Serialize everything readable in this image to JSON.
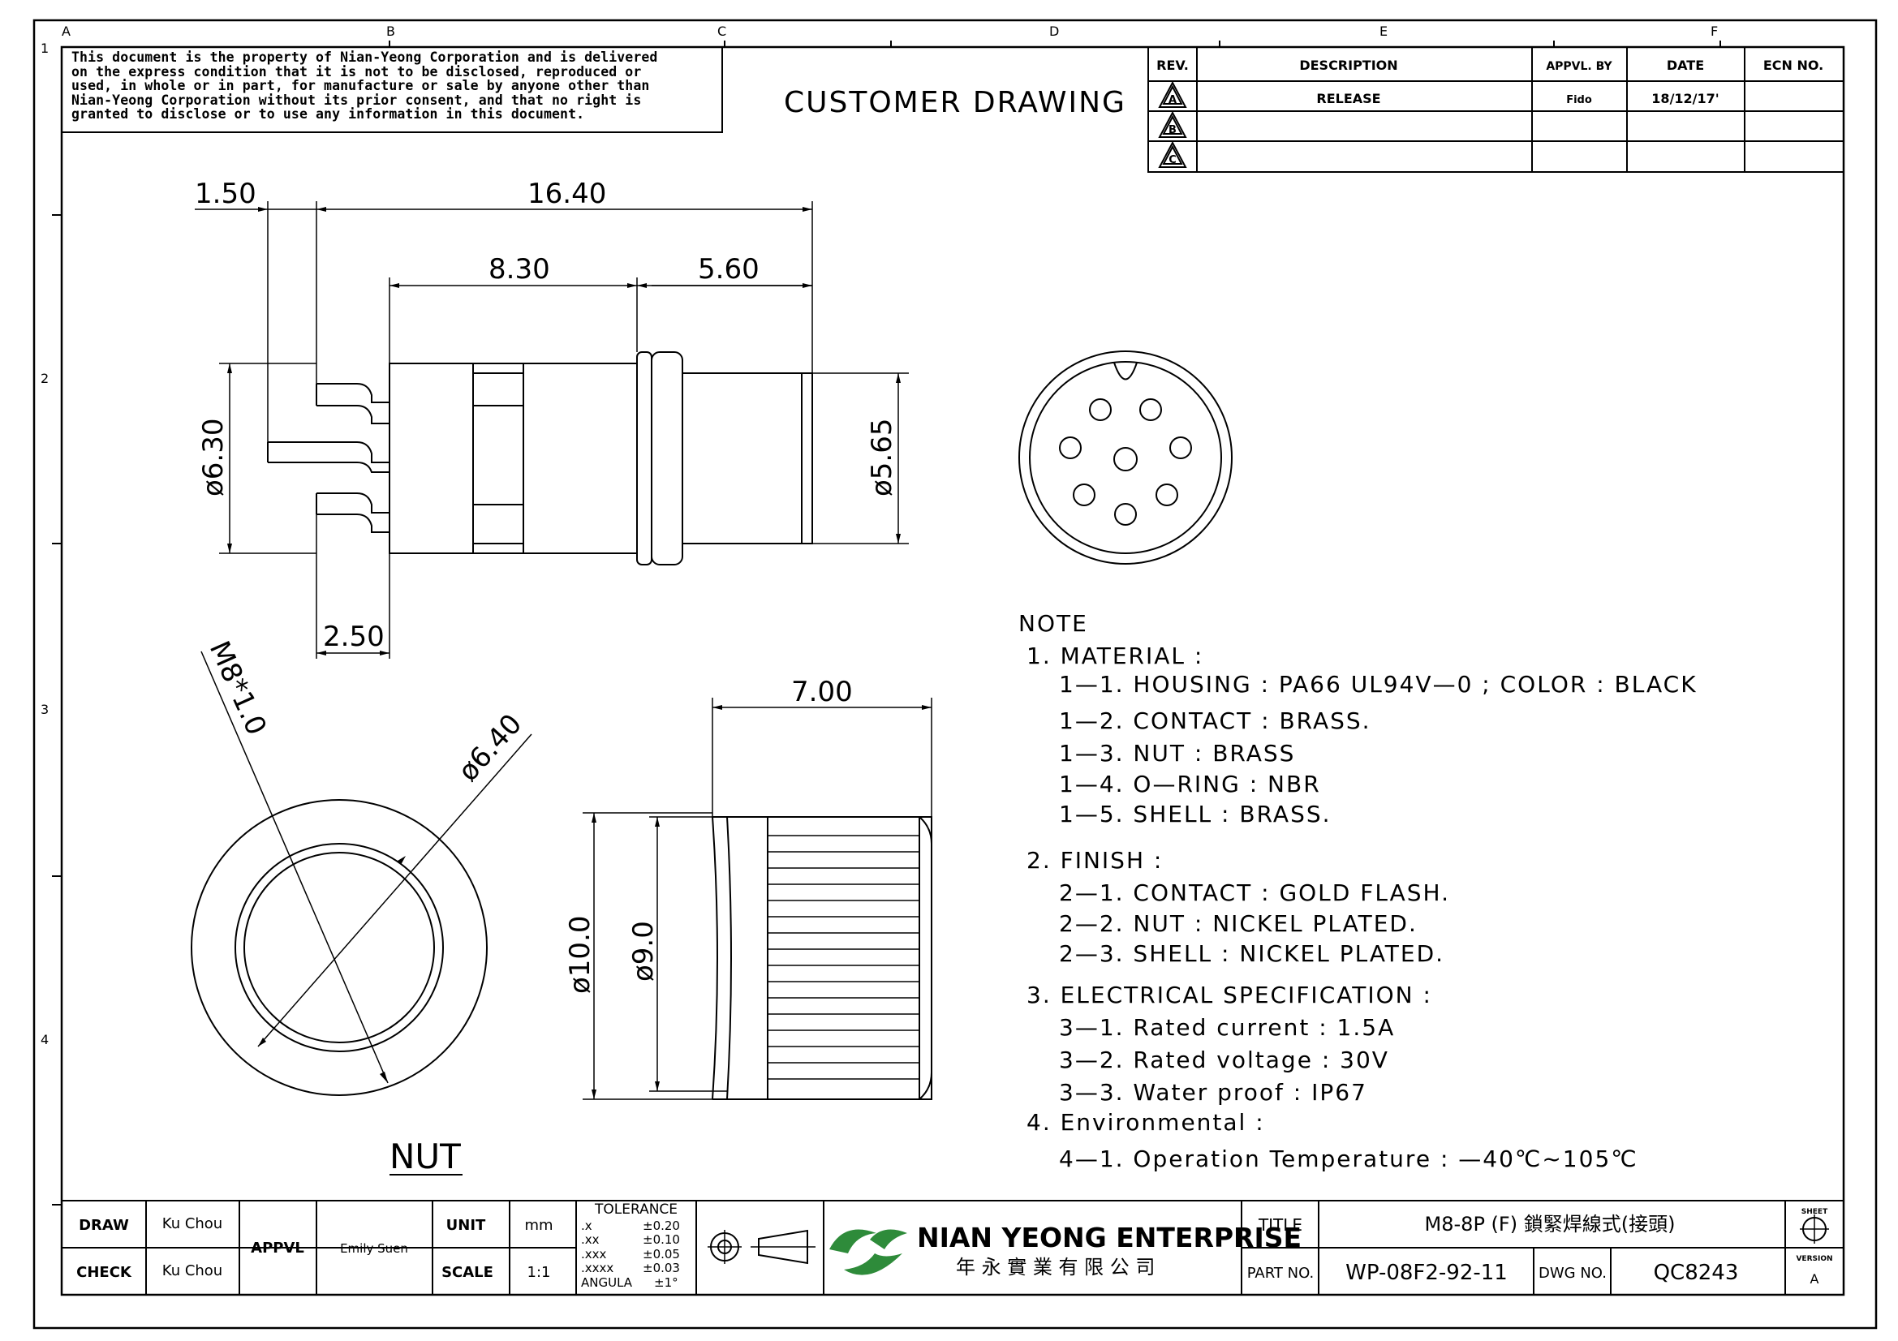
{
  "disclaimer": [
    "This document is the property of Nian-Yeong Corporation and is delivered",
    "on  the  express condition that it is not to be disclosed, reproduced or",
    "used, in whole or in part, for manufacture or sale by anyone other than",
    "Nian-Yeong Corporation without  its prior consent, and that  no right  is",
    "granted to disclose or to use any information in this  document."
  ],
  "drawing_title": "CUSTOMER DRAWING",
  "grid": {
    "columns": [
      "A",
      "B",
      "C",
      "D",
      "E",
      "F"
    ],
    "rows": [
      "1",
      "2",
      "3",
      "4"
    ]
  },
  "revision_table": {
    "headers": [
      "REV.",
      "DESCRIPTION",
      "APPVL. BY",
      "DATE",
      "ECN NO."
    ],
    "rows": [
      {
        "rev": "A",
        "description": "RELEASE",
        "appvl_by": "Fido",
        "date": "18/12/17'",
        "ecn": ""
      },
      {
        "rev": "B",
        "description": "",
        "appvl_by": "",
        "date": "",
        "ecn": ""
      },
      {
        "rev": "C",
        "description": "",
        "appvl_by": "",
        "date": "",
        "ecn": ""
      }
    ]
  },
  "dimensions": {
    "side": {
      "d1": "1.50",
      "d2": "16.40",
      "d3": "8.30",
      "d4": "5.60",
      "d5": "ø6.30",
      "d6": "ø5.65",
      "d7": "2.50"
    },
    "nut": {
      "thread": "M8*1.0",
      "dia": "ø6.40",
      "label": "NUT"
    },
    "nut_side": {
      "width": "7.00",
      "outer": "ø10.0",
      "inner": "ø9.0"
    }
  },
  "notes": {
    "heading": "NOTE",
    "lines": [
      "1.  MATERIAL  :",
      "1—1.  HOUSING  :  PA66  UL94V—0  ;  COLOR  :  BLACK",
      "1—2.  CONTACT  :  BRASS.",
      "1—3.  NUT  :  BRASS",
      "1—4.  O—RING  :  NBR",
      "1—5.  SHELL  :  BRASS.",
      "2.  FINISH  :",
      "2—1.  CONTACT  :  GOLD  FLASH.",
      "2—2.  NUT  :  NICKEL  PLATED.",
      "2—3.  SHELL  :  NICKEL  PLATED.",
      "3.  ELECTRICAL  SPECIFICATION  :",
      "3—1.  Rated  current  :  1.5A",
      "3—2.  Rated  voltage  :  30V",
      "3—3.  Water  proof  :  IP67",
      "4.  Environmental  :",
      "4—1.  Operation  Temperature  :  —40℃~105℃"
    ]
  },
  "title_block": {
    "draw_label": "DRAW",
    "draw_value": "Ku Chou",
    "check_label": "CHECK",
    "check_value": "Ku Chou",
    "appvl_label": "APPVL",
    "appvl_value": "Emily Suen",
    "unit_label": "UNIT",
    "unit_value": "mm",
    "scale_label": "SCALE",
    "scale_value": "1:1",
    "tolerance_title": "TOLERANCE",
    "tolerance_rows": [
      {
        "k": ".x",
        "v": "±0.20"
      },
      {
        "k": ".xx",
        "v": "±0.10"
      },
      {
        "k": ".xxx",
        "v": "±0.05"
      },
      {
        "k": ".xxxx",
        "v": "±0.03"
      },
      {
        "k": "ANGULA",
        "v": "±1°"
      }
    ],
    "company_en": "NIAN YEONG ENTERPRISE",
    "company_zh": "年 永 實 業 有 限 公 司",
    "title_label": "TITLE",
    "title_value": "M8-8P  (F)  鎖緊焊線式(接頭)",
    "part_label": "PART NO.",
    "part_value": "WP-08F2-92-11",
    "dwg_label": "DWG NO.",
    "dwg_value": "QC8243",
    "sheet_label": "SHEET",
    "version_label": "VERSION",
    "version_value": "A"
  },
  "colors": {
    "ink": "#000000",
    "logo_green": "#2e8b3a"
  }
}
